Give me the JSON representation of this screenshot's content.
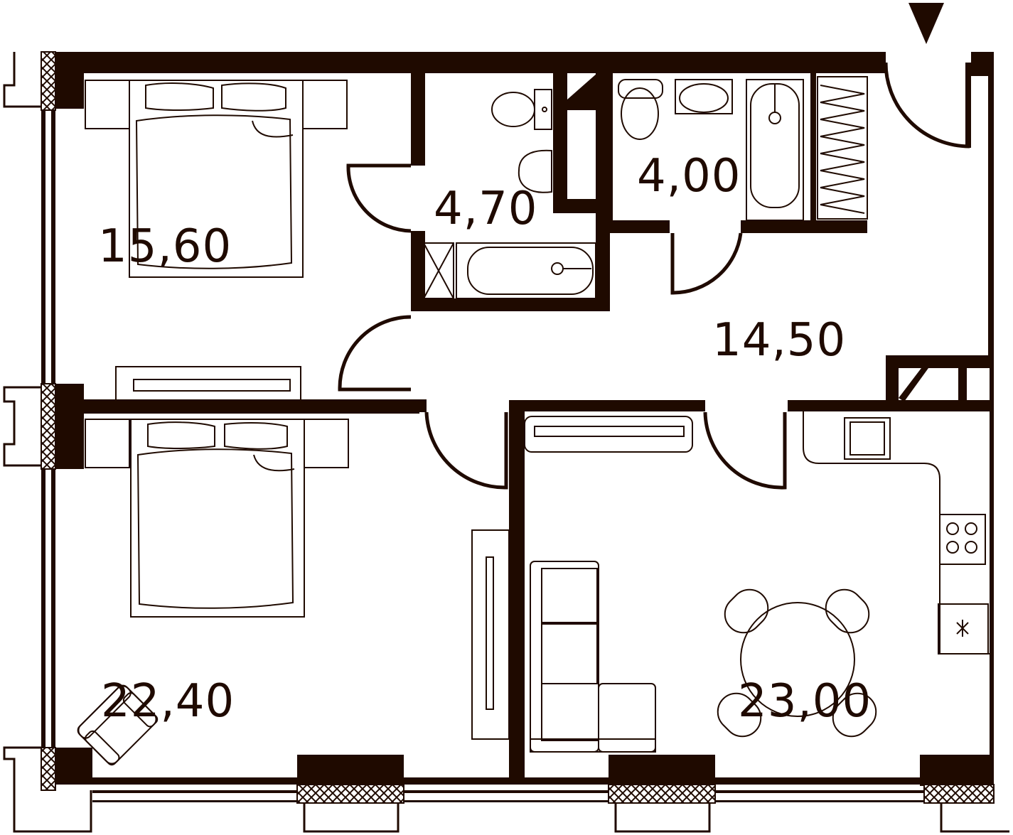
{
  "rooms": [
    {
      "id": "bedroom-1",
      "area": "15,60"
    },
    {
      "id": "bathroom-1",
      "area": "4,70"
    },
    {
      "id": "bathroom-2",
      "area": "4,00"
    },
    {
      "id": "hallway",
      "area": "14,50"
    },
    {
      "id": "bedroom-2",
      "area": "22,40"
    },
    {
      "id": "kitchen-living",
      "area": "23,00"
    }
  ],
  "colors": {
    "ink": "#1f0a00",
    "background": "#ffffff"
  },
  "icons": [
    "entrance-arrow-icon"
  ]
}
